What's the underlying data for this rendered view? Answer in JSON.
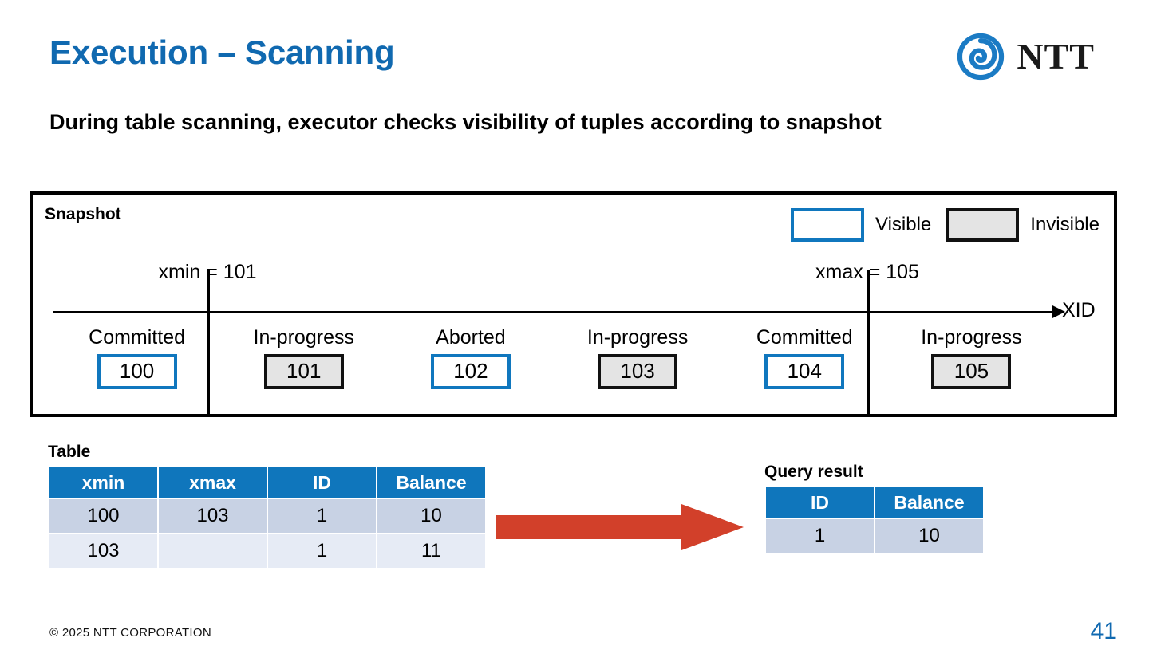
{
  "slide": {
    "title": "Execution – Scanning",
    "lead": "During table scanning, executor checks visibility of tuples according to snapshot"
  },
  "logo": {
    "wordmark": "NTT",
    "mark_icon": "ntt-swirl-icon",
    "mark_color": "#1B7BC4"
  },
  "snapshot": {
    "label": "Snapshot",
    "legend": [
      {
        "label": "Visible",
        "style": "visible"
      },
      {
        "label": "Invisible",
        "style": "invisible"
      }
    ],
    "axis_caption": "XID",
    "bounds": [
      {
        "label": "xmin = 101",
        "at_index": 1
      },
      {
        "label": "xmax = 105",
        "at_index": 5
      }
    ],
    "cells": [
      {
        "state": "Committed",
        "xid": "100",
        "style": "visible"
      },
      {
        "state": "In-progress",
        "xid": "101",
        "style": "invisible"
      },
      {
        "state": "Aborted",
        "xid": "102",
        "style": "visible"
      },
      {
        "state": "In-progress",
        "xid": "103",
        "style": "invisible"
      },
      {
        "state": "Committed",
        "xid": "104",
        "style": "visible"
      },
      {
        "state": "In-progress",
        "xid": "105",
        "style": "invisible"
      }
    ]
  },
  "table": {
    "caption": "Table",
    "columns": [
      "xmin",
      "xmax",
      "ID",
      "Balance"
    ],
    "rows": [
      [
        "100",
        "103",
        "1",
        "10"
      ],
      [
        "103",
        "",
        "1",
        "11"
      ]
    ]
  },
  "query_result": {
    "caption": "Query result",
    "columns": [
      "ID",
      "Balance"
    ],
    "rows": [
      [
        "1",
        "10"
      ]
    ]
  },
  "arrow": {
    "icon": "right-arrow-icon",
    "color": "#D2402A"
  },
  "footer": {
    "copyright": "© 2025 NTT CORPORATION",
    "page_number": "41"
  },
  "colors": {
    "title_blue": "#1069B0",
    "header_blue": "#0F76BC",
    "visible_border": "#1077BE",
    "invisible_border": "#111111",
    "invisible_fill": "#E4E4E4",
    "row_a": "#C8D2E4",
    "row_b": "#E6EBF5",
    "arrow_red": "#D2402A"
  }
}
